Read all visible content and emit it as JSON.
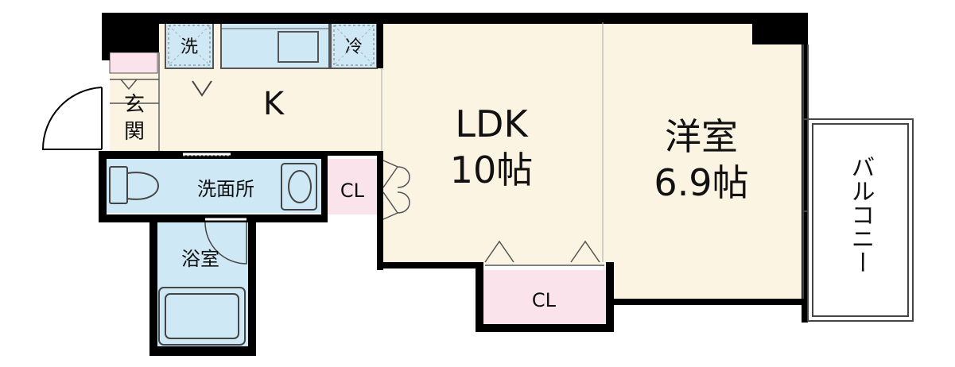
{
  "rooms": {
    "kitchen": "K",
    "ldk_name": "LDK",
    "ldk_size": "10帖",
    "western_name": "洋室",
    "western_size": "6.9帖",
    "entrance_1": "玄",
    "entrance_2": "関",
    "washroom": "洗面所",
    "bathroom": "浴室",
    "closet_ldk": "CL",
    "closet_bottom": "CL",
    "balcony": "バルコニー"
  },
  "fixtures": {
    "washer": "洗",
    "fridge": "冷"
  },
  "colors": {
    "floor": "#fbf4e3",
    "wall": "#000000",
    "water": "#cfe8f5",
    "closet": "#fbe3ec",
    "balcony": "#ffffff"
  }
}
